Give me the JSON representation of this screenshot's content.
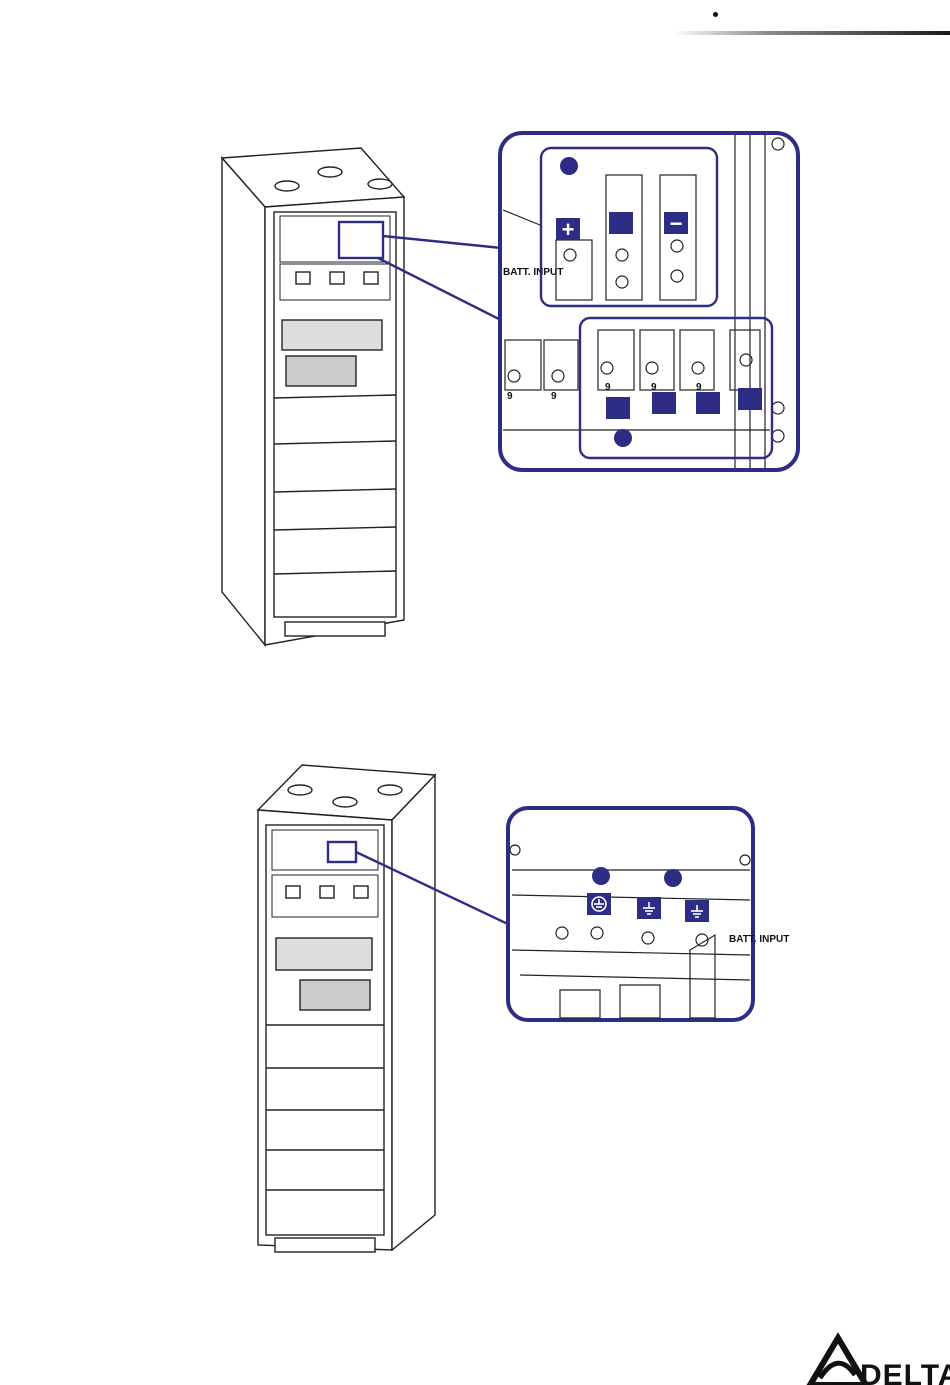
{
  "header": {
    "bullet": "•"
  },
  "figure_top": {
    "panel_label": "BATT. INPUT",
    "terminal_tag": "9",
    "plus_symbol": "+",
    "minus_symbol": "−"
  },
  "figure_bottom": {
    "panel_label": "BATT. INPUT"
  },
  "footer": {
    "logo_text": "DELTA"
  },
  "colors": {
    "callout_blue": "#2e2d86",
    "line": "#222222",
    "header_gray": "#8a8a8a"
  }
}
